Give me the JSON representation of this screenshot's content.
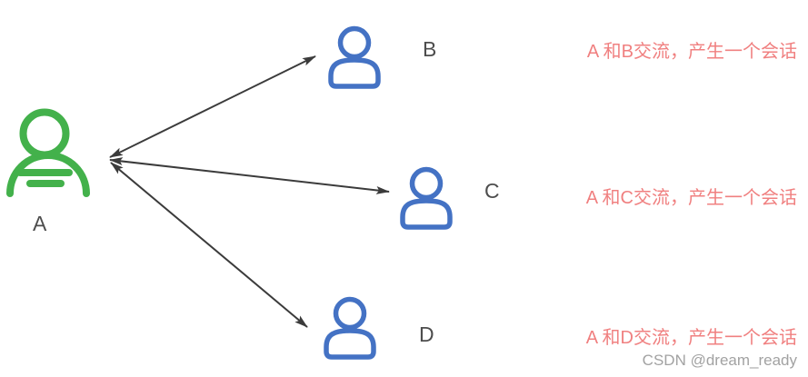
{
  "diagram": {
    "title": "",
    "nodes": [
      {
        "id": "A",
        "label": "A",
        "role": "initiator",
        "icon": "person-lines-icon",
        "color": "#43b14b"
      },
      {
        "id": "B",
        "label": "B",
        "role": "peer",
        "icon": "person-icon",
        "color": "#4472c4"
      },
      {
        "id": "C",
        "label": "C",
        "role": "peer",
        "icon": "person-icon",
        "color": "#4472c4"
      },
      {
        "id": "D",
        "label": "D",
        "role": "peer",
        "icon": "person-icon",
        "color": "#4472c4"
      }
    ],
    "edges": [
      {
        "from": "A",
        "to": "B",
        "bidirectional": true
      },
      {
        "from": "A",
        "to": "C",
        "bidirectional": true
      },
      {
        "from": "A",
        "to": "D",
        "bidirectional": true
      }
    ],
    "annotations": [
      {
        "for_edge": "A-B",
        "text": "A 和B交流，产生一个会话"
      },
      {
        "for_edge": "A-C",
        "text": "A 和C交流，产生一个会话"
      },
      {
        "for_edge": "A-D",
        "text": "A 和D交流，产生一个会话"
      }
    ],
    "watermark": "CSDN @dream_ready",
    "colors": {
      "node_a_green": "#43b14b",
      "peer_blue": "#4472c4",
      "annotation_red": "#f08080",
      "arrow_dark": "#3b3b3b",
      "label_gray": "#4d4d4d",
      "watermark_gray": "#a2a2a2"
    }
  }
}
